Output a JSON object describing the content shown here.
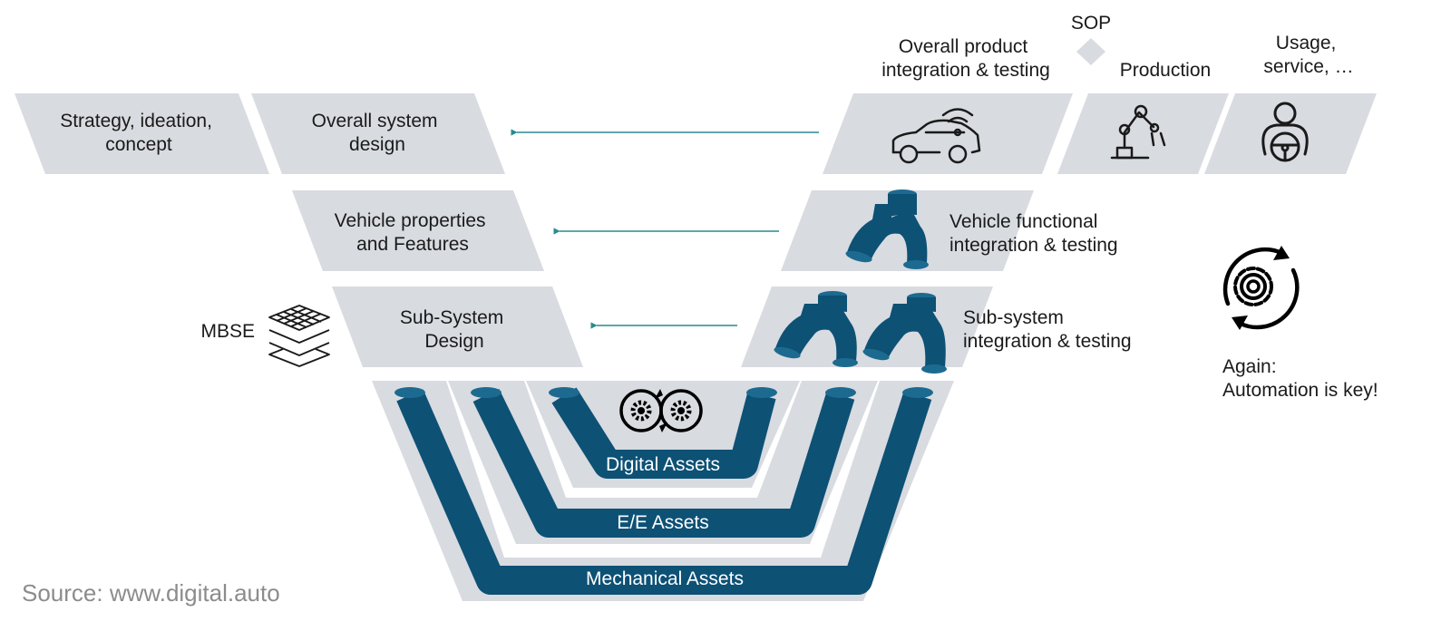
{
  "left_phases": {
    "strategy": [
      "Strategy, ideation,",
      "concept"
    ],
    "system_design": [
      "Overall system",
      "design"
    ],
    "vehicle_properties": [
      "Vehicle properties",
      "and Features"
    ],
    "subsystem_design": [
      "Sub-System",
      "Design"
    ]
  },
  "right_phases": {
    "product_integration": [
      "Overall product",
      "integration & testing"
    ],
    "sop": "SOP",
    "production": "Production",
    "usage": [
      "Usage,",
      "service, …"
    ],
    "vehicle_functional": [
      "Vehicle functional",
      "integration & testing"
    ],
    "subsystem_integration": [
      "Sub-system",
      "integration & testing"
    ]
  },
  "mbse_label": "MBSE",
  "assets": {
    "digital": "Digital Assets",
    "ee": "E/E Assets",
    "mechanical": "Mechanical Assets"
  },
  "note": [
    "Again:",
    "Automation is key!"
  ],
  "source": "Source: www.digital.auto",
  "colors": {
    "panel": "#d8dbe0",
    "pipe": "#0d5175",
    "arrow": "#2a8a8f",
    "text": "#1a1a1a",
    "source_text": "#8c8c8c"
  },
  "icons": [
    "car-wifi-icon",
    "robot-arm-icon",
    "driver-icon",
    "pipe-elbow-icon",
    "mbse-layers-icon",
    "gears-cycle-icon",
    "automation-gear-icon"
  ]
}
